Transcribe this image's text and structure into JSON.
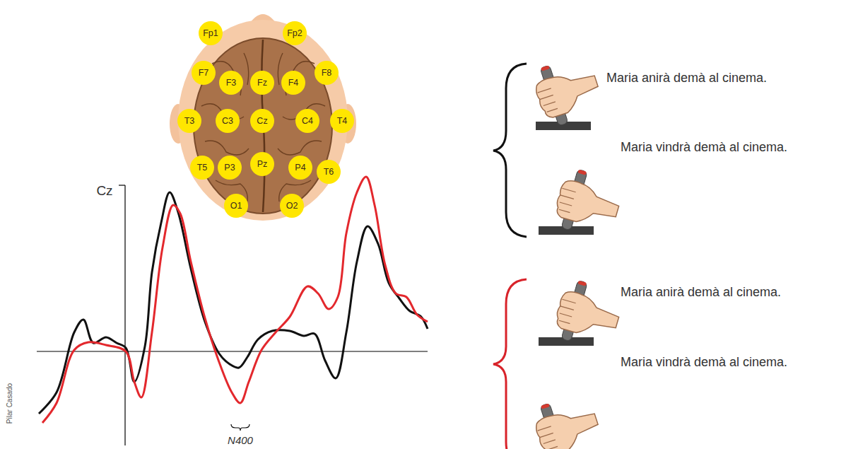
{
  "diagram": {
    "nodes": [
      {
        "text": [
          "Fp1"
        ]
      },
      {
        "text": [
          "Fp2"
        ]
      },
      {
        "text": [
          "F7"
        ]
      },
      {
        "text": [
          "F3"
        ]
      },
      {
        "text": [
          "Fz"
        ]
      },
      {
        "text": [
          "F4"
        ]
      },
      {
        "text": [
          "F8"
        ]
      },
      {
        "text": [
          "T3"
        ]
      },
      {
        "text": [
          "C3"
        ]
      },
      {
        "text": [
          "Cz"
        ]
      },
      {
        "text": [
          "C4"
        ]
      },
      {
        "text": [
          "T4"
        ]
      },
      {
        "text": [
          "T5"
        ]
      },
      {
        "text": [
          "P3"
        ]
      },
      {
        "text": [
          "Pz"
        ]
      },
      {
        "text": [
          "P4"
        ]
      },
      {
        "text": [
          "T6"
        ]
      },
      {
        "text": [
          "O1"
        ]
      },
      {
        "text": [
          "O2"
        ]
      }
    ],
    "labels": [
      "Cz",
      "N400",
      "Maria anirà demà al cinema.",
      "Maria vindrà demà al cinema.",
      "Maria anirà demà al cinema.",
      "Maria vindrà demà al cinema.",
      "Pilar Casado"
    ]
  }
}
